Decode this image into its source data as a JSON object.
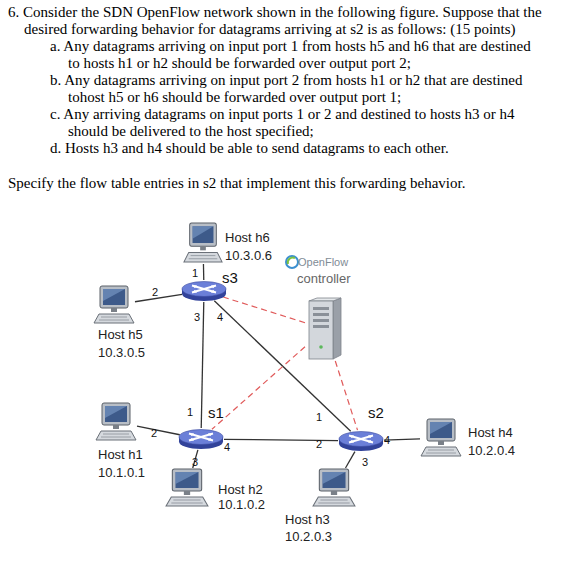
{
  "diagram": {
    "nodes": [
      {
        "text": [
          "Host h6",
          "10.3.0.6"
        ]
      },
      {
        "text": [
          "s3"
        ]
      },
      {
        "text": [
          "OpenFlow",
          "controller"
        ]
      },
      {
        "text": [
          "Host h5",
          "10.3.0.5"
        ]
      },
      {
        "text": [
          "s1"
        ]
      },
      {
        "text": [
          "s2"
        ]
      },
      {
        "text": [
          "Host h1",
          "10.1.0.1"
        ]
      },
      {
        "text": [
          "Host h4",
          "10.2.0.4"
        ]
      },
      {
        "text": [
          "Host h2",
          "10.1.0.2"
        ]
      },
      {
        "text": [
          "Host h3",
          "10.2.0.3"
        ]
      }
    ],
    "edges": [
      {
        "from": 1,
        "to": 0,
        "arrow": "none"
      },
      {
        "from": 1,
        "to": 3,
        "arrow": "none"
      },
      {
        "from": 1,
        "to": 4,
        "arrow": "none"
      },
      {
        "from": 1,
        "to": 5,
        "arrow": "none"
      },
      {
        "from": 4,
        "to": 6,
        "arrow": "none"
      },
      {
        "from": 4,
        "to": 8,
        "arrow": "none"
      },
      {
        "from": 4,
        "to": 5,
        "arrow": "none"
      },
      {
        "from": 5,
        "to": 9,
        "arrow": "none"
      },
      {
        "from": 5,
        "to": 7,
        "arrow": "none"
      },
      {
        "from": 2,
        "to": 1,
        "arrow": "none"
      },
      {
        "from": 2,
        "to": 4,
        "arrow": "none"
      },
      {
        "from": 2,
        "to": 5,
        "arrow": "none"
      }
    ],
    "labels": [
      "6. Consider the SDN OpenFlow network shown in the following figure. Suppose that the desired forwarding behavior for datagrams arriving at s2 is as follows: (15 points)",
      "a. Any datagrams arriving on input port 1 from hosts h5 and h6 that are destined to hosts h1 or h2 should be forwarded over output port 2;",
      "b. Any datagrams arriving on input port 2 from hosts h1 or h2 that are destined tohost h5 or h6 should be forwarded over output port 1;",
      "c. Any arriving datagrams on input ports 1 or 2 and destined to hosts h3 or h4 should be delivered to the host specified;",
      "d. Hosts h3 and h4 should be able to send datagrams to each other.",
      "Specify the flow table entries in s2 that implement this forwarding behavior.",
      "1",
      "2",
      "3",
      "4",
      "1",
      "2",
      "3",
      "4",
      "1",
      "2",
      "3",
      "4"
    ]
  }
}
